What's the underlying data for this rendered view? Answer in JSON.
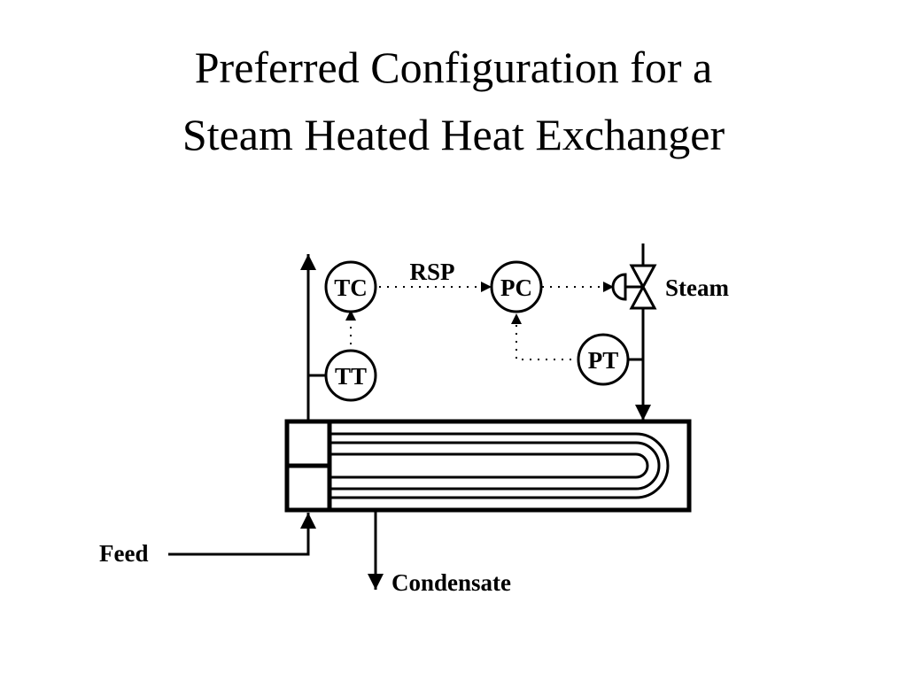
{
  "title": {
    "line1": "Preferred Configuration for a",
    "line2": "Steam Heated Heat Exchanger"
  },
  "instruments": {
    "tc": "TC",
    "tt": "TT",
    "pc": "PC",
    "pt": "PT"
  },
  "signals": {
    "rsp": "RSP"
  },
  "streams": {
    "steam": "Steam",
    "feed": "Feed",
    "condensate": "Condensate"
  }
}
